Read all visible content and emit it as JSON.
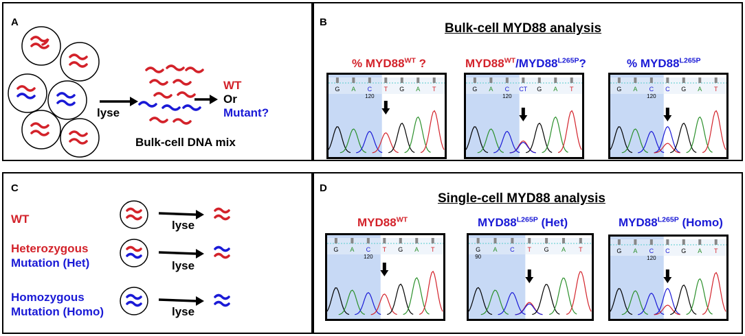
{
  "panel_a": {
    "label": "A",
    "lyse": "lyse",
    "mix_label": "Bulk-cell DNA mix",
    "wt": "WT",
    "or": "Or",
    "mutant": "Mutant?"
  },
  "panel_b": {
    "label": "B",
    "title": "Bulk-cell MYD88 analysis",
    "traces": [
      {
        "pre": "% MYD88",
        "sup": "WT",
        "post": " ?",
        "bases": [
          "G",
          "A",
          "C",
          "T",
          "G",
          "A",
          "T"
        ],
        "pos": "120",
        "variant": "wt"
      },
      {
        "pre": "MYD88",
        "sup": "WT",
        "mid": "/MYD88",
        "sup2": "L265P",
        "post": "?",
        "bases": [
          "G",
          "A",
          "C",
          "CT",
          "G",
          "A",
          "T"
        ],
        "pos": "120",
        "variant": "bulkhet"
      },
      {
        "pre": "% MYD88",
        "sup": "L265P",
        "post": "",
        "bases": [
          "G",
          "A",
          "C",
          "C",
          "G",
          "A",
          "T"
        ],
        "pos": "120",
        "variant": "bulkmut"
      }
    ]
  },
  "panel_c": {
    "label": "C",
    "rows": [
      {
        "line1": "WT",
        "line2": "",
        "lyse": "lyse",
        "type": "wt"
      },
      {
        "line1": "Heterozygous",
        "line2": "Mutation (Het)",
        "lyse": "lyse",
        "type": "het"
      },
      {
        "line1": "Homozygous",
        "line2": "Mutation (Homo)",
        "lyse": "lyse",
        "type": "homo"
      }
    ]
  },
  "panel_d": {
    "label": "D",
    "title": "Single-cell MYD88 analysis",
    "traces": [
      {
        "pre": "MYD88",
        "sup": "WT",
        "post": "",
        "bases": [
          "G",
          "A",
          "C",
          "T",
          "G",
          "A",
          "T"
        ],
        "pos": "120",
        "variant": "wt"
      },
      {
        "pre": "MYD88",
        "sup": "L265P",
        "post": " (Het)",
        "bases": [
          "G",
          "A",
          "C",
          "T",
          "G",
          "A",
          "T"
        ],
        "pos": "90",
        "variant": "het"
      },
      {
        "pre": "MYD88",
        "sup": "L265P",
        "post": " (Homo)",
        "bases": [
          "G",
          "A",
          "C",
          "C",
          "G",
          "A",
          "T"
        ],
        "pos": "120",
        "variant": "homo"
      }
    ]
  },
  "colors": {
    "wt": "#d3222a",
    "mutant": "#1a1ad6",
    "g_base": "#2a8f2a",
    "a_base": "#2a8f2a",
    "c_base": "#1a1ad6",
    "t_base": "#d3222a",
    "shade": "#c7d9f5"
  }
}
